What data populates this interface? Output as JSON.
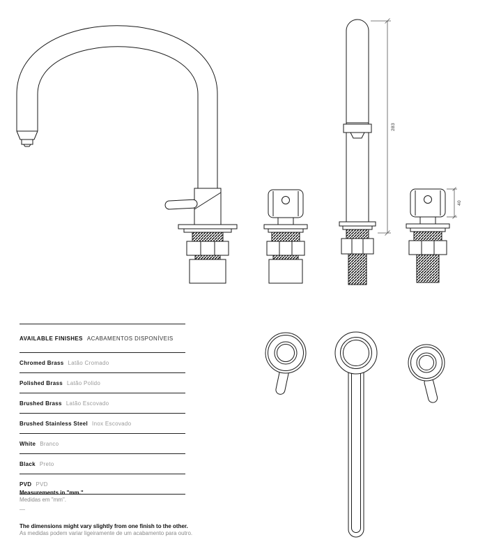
{
  "drawings": {
    "spout_height_mm": "283",
    "handle_height_mm": "40"
  },
  "finishes_table": {
    "header": {
      "en": "AVAILABLE FINISHES",
      "pt": "ACABAMENTOS DISPONÍVEIS"
    },
    "rows": [
      {
        "en": "Chromed Brass",
        "pt": "Latão Cromado"
      },
      {
        "en": "Polished Brass",
        "pt": "Latão Polido"
      },
      {
        "en": "Brushed Brass",
        "pt": "Latão Escovado"
      },
      {
        "en": "Brushed Stainless Steel",
        "pt": "Inox Escovado"
      },
      {
        "en": "White",
        "pt": "Branco"
      },
      {
        "en": "Black",
        "pt": "Preto"
      },
      {
        "en": "PVD",
        "pt": "PVD"
      }
    ]
  },
  "notes": {
    "measurements_en": "Measurements in \"mm.\"",
    "measurements_pt": "Medidas em \"mm\".",
    "divider": "—",
    "variance_en": "The dimensions might vary slightly from one finish to the other.",
    "variance_pt": "As medidas podem variar ligeiramente de um acabamento para outro."
  }
}
